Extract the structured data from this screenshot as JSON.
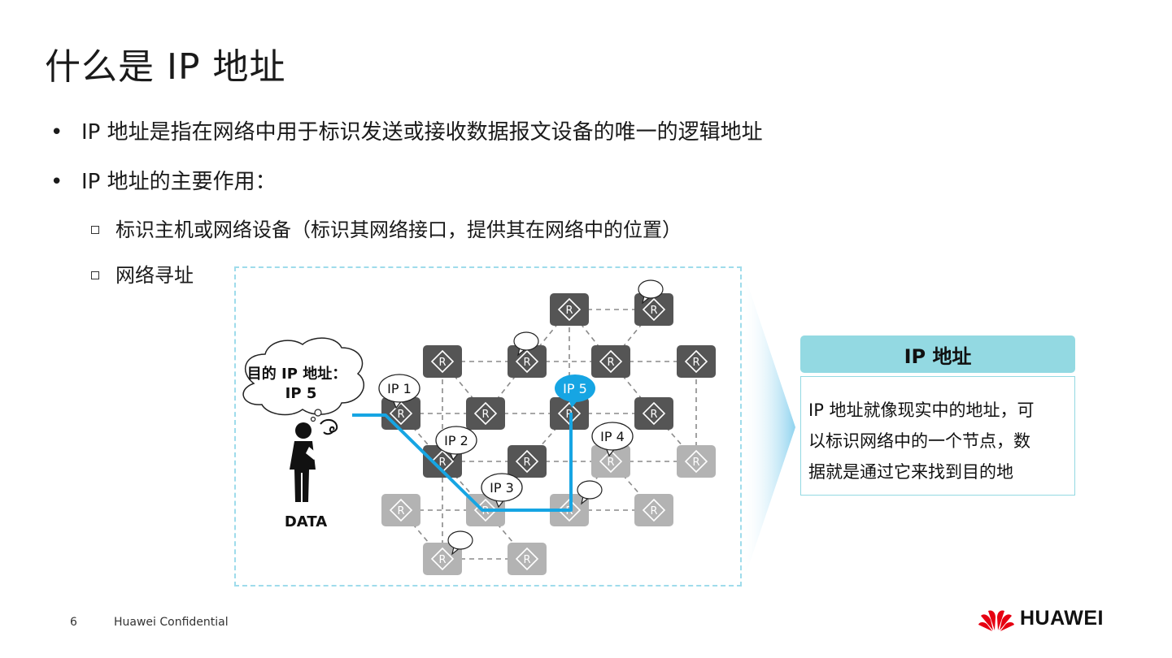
{
  "page": {
    "title": "什么是 IP 地址",
    "bullets": [
      "IP 地址是指在网络中用于标识发送或接收数据报文设备的唯一的逻辑地址",
      "IP 地址的主要作用："
    ],
    "sub_bullets": [
      "标识主机或网络设备（标识其网络接口，提供其在网络中的位置）",
      "网络寻址"
    ]
  },
  "diagram": {
    "thought_line1": "目的 IP 地址：",
    "thought_line2": "IP 5",
    "person_label": "DATA",
    "router_symbol": "R",
    "ip_labels": [
      "IP 1",
      "IP 2",
      "IP 3",
      "IP 4",
      "IP 5"
    ],
    "highlight_color": "#16a5e3",
    "active_router_color": "#555555",
    "inactive_router_color": "#b3b3b3"
  },
  "info_box": {
    "heading": "IP 地址",
    "lines": [
      "IP 地址就像现实中的地址，可",
      "以标识网络中的一个节点，数",
      "据就是通过它来找到目的地"
    ]
  },
  "footer": {
    "page_number": "6",
    "confidential": "Huawei Confidential",
    "brand": "HUAWEI"
  }
}
